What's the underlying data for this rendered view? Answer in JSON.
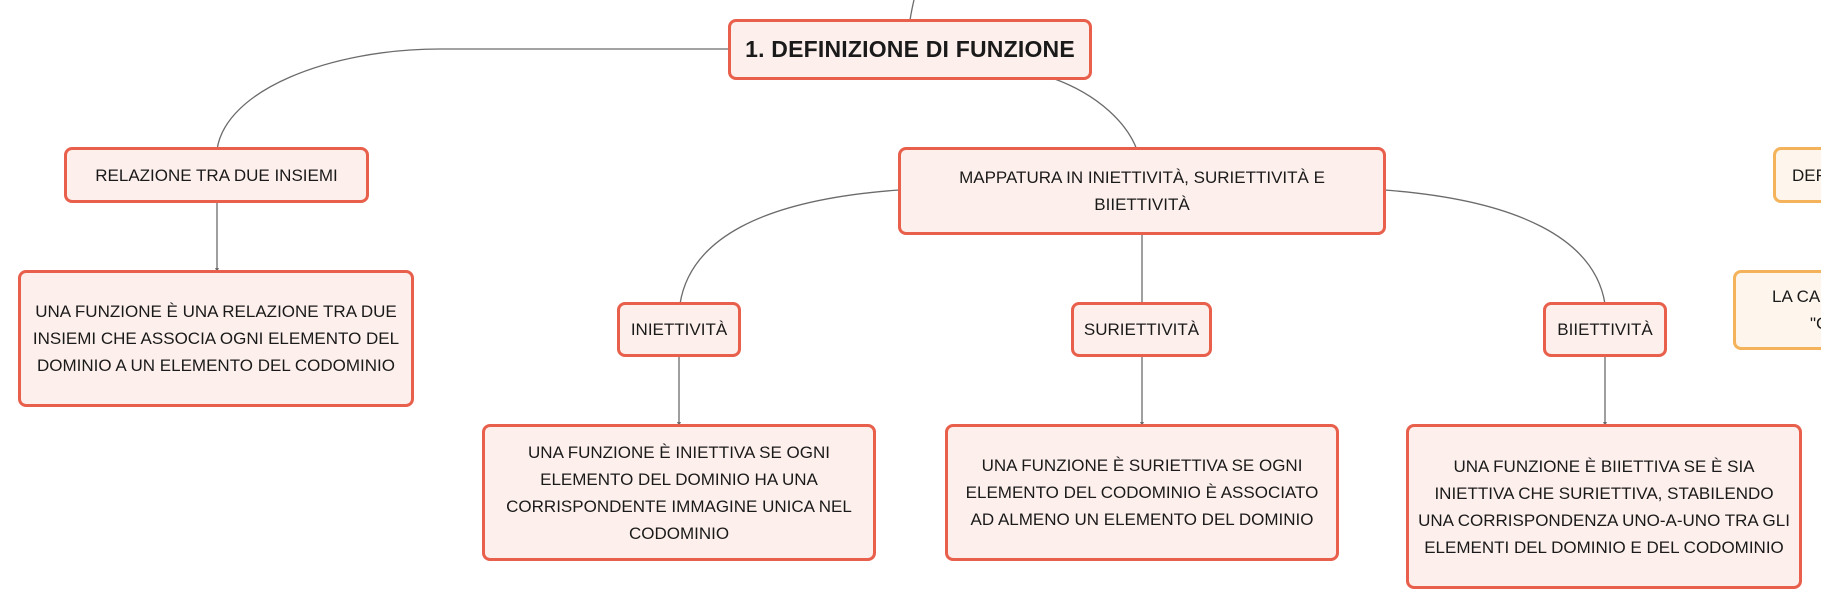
{
  "diagram": {
    "root": {
      "label": "1. DEFINIZIONE DI FUNZIONE"
    },
    "relazione": {
      "label": "RELAZIONE TRA DUE INSIEMI",
      "detail": "UNA FUNZIONE È UNA RELAZIONE TRA DUE INSIEMI CHE ASSOCIA OGNI ELEMENTO DEL DOMINIO A UN ELEMENTO DEL CODOMINIO"
    },
    "mappatura": {
      "label": "MAPPATURA IN INIETTIVITÀ, SURIETTIVITÀ E BIIETTIVITÀ"
    },
    "iniettivita": {
      "label": "INIETTIVITÀ",
      "detail": "UNA FUNZIONE È INIETTIVA SE OGNI ELEMENTO DEL DOMINIO HA UNA CORRISPONDENTE IMMAGINE UNICA NEL CODOMINIO"
    },
    "suriettivita": {
      "label": "SURIETTIVITÀ",
      "detail": "UNA FUNZIONE È SURIETTIVA SE OGNI ELEMENTO DEL CODOMINIO È ASSOCIATO AD ALMENO UN ELEMENTO DEL DOMINIO"
    },
    "biiettivita": {
      "label": "BIIETTIVITÀ",
      "detail": "UNA FUNZIONE È BIIETTIVA SE È SIA INIETTIVA CHE SURIETTIVA, STABILENDO UNA CORRISPONDENZA UNO-A-UNO TRA GLI ELEMENTI DEL DOMINIO E DEL CODOMINIO"
    },
    "offscreen_right": {
      "label": "DEF",
      "detail_line1": "LA CA",
      "detail_line2": "\"C"
    }
  },
  "colors": {
    "node_border": "#e8604c",
    "node_fill": "#fdf0ec",
    "secondary_border": "#f4b35b",
    "connector": "#6b6b6b"
  }
}
